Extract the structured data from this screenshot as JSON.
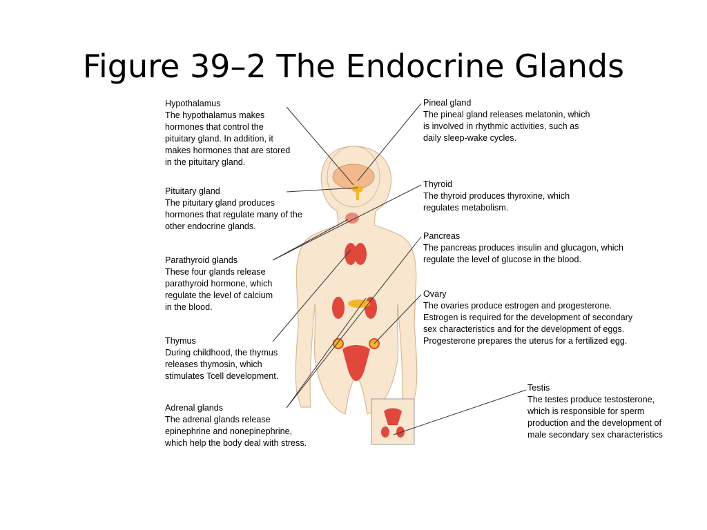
{
  "title": "Figure 39–2 The Endocrine Glands",
  "labels": {
    "hypothalamus": {
      "name": "Hypothalamus",
      "lines": [
        "The hypothalamus makes",
        "hormones that control the",
        "pituitary gland.  In addition, it",
        "makes hormones that are stored",
        "in the pituitary gland."
      ]
    },
    "pituitary": {
      "name": "Pituitary gland",
      "lines": [
        "The pituitary gland produces",
        "hormones that regulate many of the",
        "other endocrine glands."
      ]
    },
    "parathyroid": {
      "name": "Parathyroid glands",
      "lines": [
        "These four glands release",
        "parathyroid hormone, which",
        "regulate the level of calcium",
        "in the blood."
      ]
    },
    "thymus": {
      "name": "Thymus",
      "lines": [
        "During childhood, the thymus",
        "releases thymosin, which",
        "stimulates Tcell development."
      ]
    },
    "adrenal": {
      "name": "Adrenal glands",
      "lines": [
        "The adrenal glands release",
        "epinephrine and nonepinephrine,",
        "which help the body deal with stress."
      ]
    },
    "pineal": {
      "name": "Pineal gland",
      "lines": [
        "The pineal gland releases melatonin, which",
        "is involved in rhythmic activities, such as",
        "daily sleep-wake cycles."
      ]
    },
    "thyroid": {
      "name": "Thyroid",
      "lines": [
        "The thyroid produces thyroxine, which",
        "regulates metabolism."
      ]
    },
    "pancreas": {
      "name": "Pancreas",
      "lines": [
        "The pancreas produces insulin and glucagon, which",
        "regulate the level of glucose in the blood."
      ]
    },
    "ovary": {
      "name": "Ovary",
      "lines": [
        "The ovaries produce estrogen and progesterone.",
        "Estrogen is required for the development of secondary",
        "sex characteristics and for the development of eggs.",
        "Progesterone prepares the uterus for a fertilized egg."
      ]
    },
    "testis": {
      "name": "Testis",
      "lines": [
        "The testes produce testosterone,",
        "which is responsible for sperm",
        "production and the development of",
        "male secondary sex characteristics"
      ]
    }
  },
  "colors": {
    "skin": "#f8e6cf",
    "skin_edge": "#d9b896",
    "brain": "#f2b98e",
    "gland_red": "#e0483c",
    "gland_yellow": "#f2b62a",
    "leader": "#333333"
  }
}
